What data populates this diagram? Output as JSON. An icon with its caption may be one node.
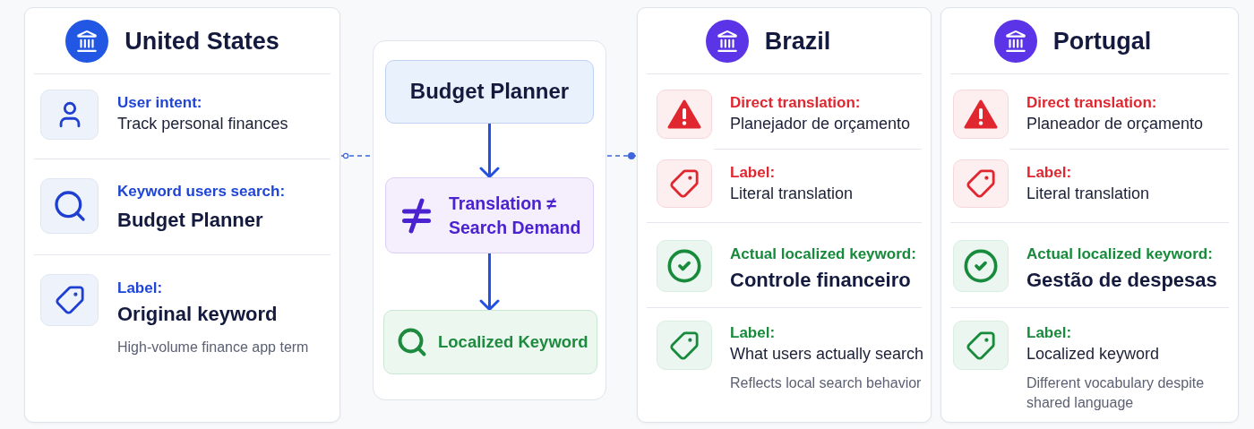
{
  "diagram": {
    "nodes": [
      {
        "text": [
          "United States",
          "User intent:",
          "Track personal finances",
          "Keyword users search:",
          "Budget Planner",
          "Label:",
          "Original keyword",
          "High-volume finance app term"
        ]
      },
      {
        "text": [],
        "shape": "box"
      },
      {
        "text": [
          "Budget Planner"
        ],
        "in": 1
      },
      {
        "text": [
          "Translation ≠ Search Demand"
        ],
        "in": 1
      },
      {
        "text": [
          "Localized Keyword"
        ],
        "in": 1
      },
      {
        "text": [
          "Brazil",
          "Direct translation:",
          "Planejador de orçamento",
          "Label:",
          "Literal translation",
          "Actual localized keyword:",
          "Controle financeiro",
          "Label:",
          "What users actually search",
          "Reflects local search behavior"
        ]
      },
      {
        "text": [
          "Portugal",
          "Direct translation:",
          "Planeador de orçamento",
          "Label:",
          "Literal translation",
          "Actual localized keyword:",
          "Gestão de despesas",
          "Label:",
          "Localized keyword",
          "Different vocabulary despite shared language"
        ]
      }
    ],
    "edges": [
      {
        "from": 0,
        "to": 1,
        "arrow": "other",
        "style": "dashed"
      },
      {
        "from": 2,
        "to": 3,
        "arrow": "to"
      },
      {
        "from": 3,
        "to": 4,
        "arrow": "to"
      },
      {
        "from": 5,
        "to": 1,
        "arrow": "other",
        "style": "dashed"
      }
    ]
  }
}
